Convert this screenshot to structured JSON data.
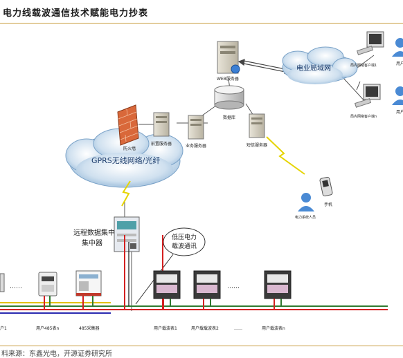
{
  "header": {
    "title": "电力线载波通信技术赋能电力抄表"
  },
  "footer": {
    "source": "料来源：东鑫光电，开源证券研究所"
  },
  "diagram": {
    "cloud_lan": "电业局域网",
    "cloud_gprs": "GPRS无线网络/光纤",
    "web_server": "WEB服务器",
    "database": "数据库",
    "firewall": "防火墙",
    "frontend_server": "前置服务器",
    "business_server": "业务服务器",
    "sms_server": "短信服务器",
    "client_1": "局内网络客户端1",
    "client_n": "局内网络客户端n",
    "user_1": "用户",
    "user_2": "用户",
    "mobile": "手机",
    "mobile_user": "电力系统人员",
    "concentrator_line1": "远程数据集中",
    "concentrator_line2": "集中器",
    "plc_callout_line1": "低压电力",
    "plc_callout_line2": "载波通讯",
    "meter_label_left": "户1",
    "meter_label_485": "用户485表n",
    "collector_485": "485采集器",
    "carrier_meter_1": "用户载波表1",
    "carrier_meter_2": "用户载载波表2",
    "carrier_meter_n": "用户载波表n",
    "ellipsis": "……"
  }
}
